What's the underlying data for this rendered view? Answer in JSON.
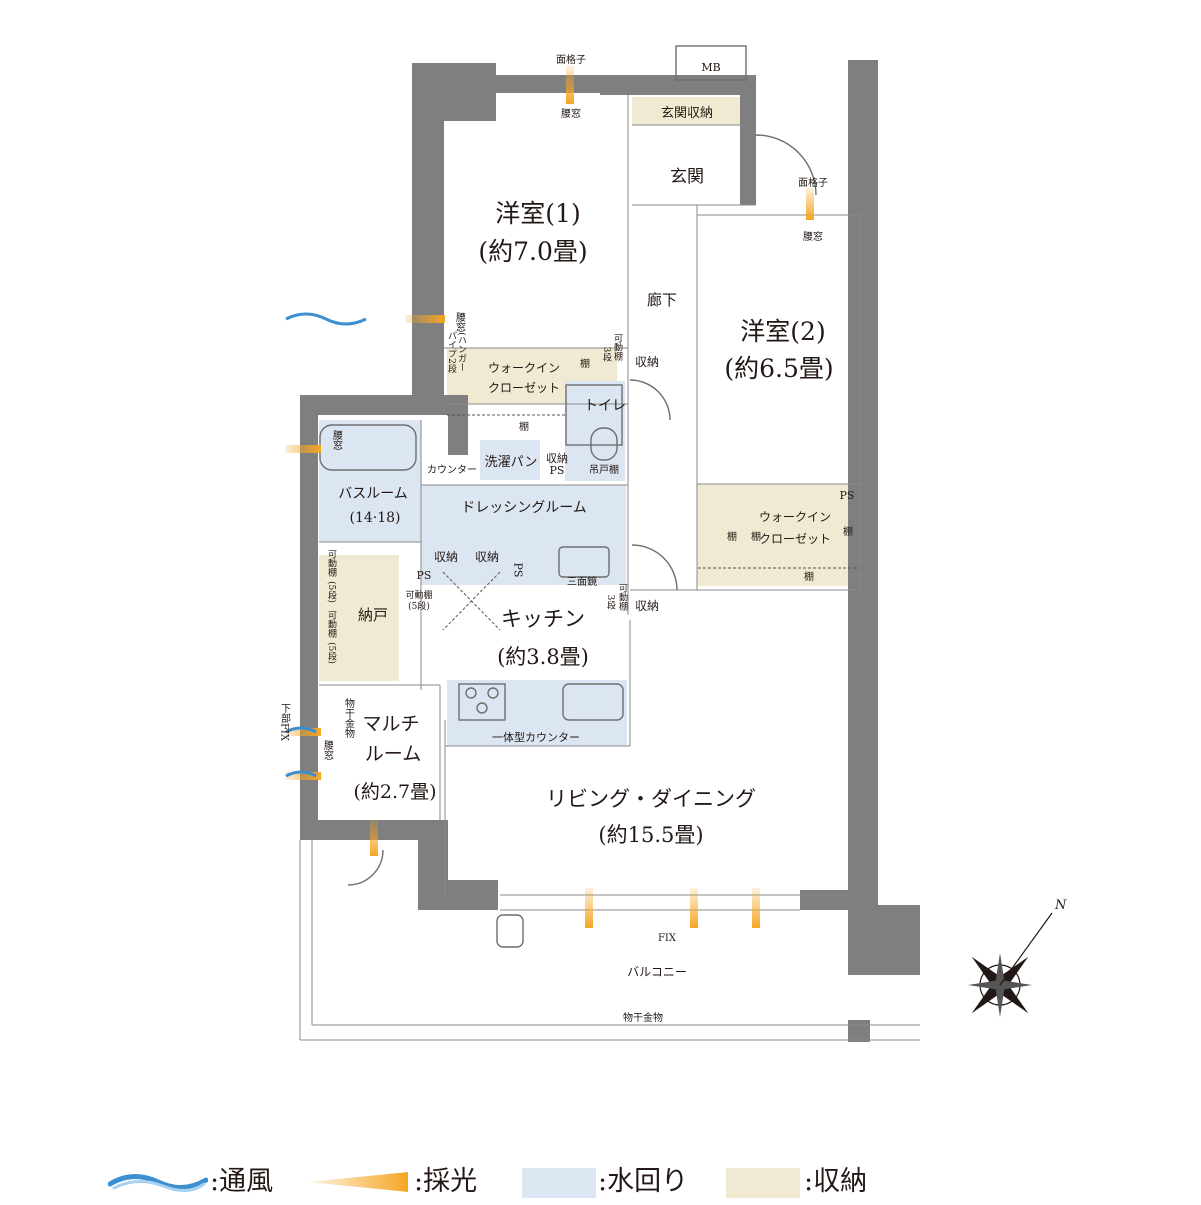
{
  "rooms": {
    "western1_name": "洋室(1)",
    "western1_size": "(約7.0畳)",
    "western2_name": "洋室(2)",
    "western2_size": "(約6.5畳)",
    "entrance": "玄関",
    "entrance_storage": "玄関収納",
    "corridor": "廊下",
    "wic1_line1": "ウォークイン",
    "wic1_line2": "クローゼット",
    "wic2_line1": "ウォークイン",
    "wic2_line2": "クローゼット",
    "toilet": "トイレ",
    "washer_pan": "洗濯パン",
    "dressing_room": "ドレッシングルーム",
    "bathroom_name": "バスルーム",
    "bathroom_size": "(14·18)",
    "kitchen_name": "キッチン",
    "kitchen_size": "(約3.8畳)",
    "storeroom": "納戸",
    "multi_line1": "マルチ",
    "multi_line2": "ルーム",
    "multi_size": "(約2.7畳)",
    "living_line1": "リビング・ダイニング",
    "living_line2": "(約15.5畳)",
    "balcony": "バルコニー"
  },
  "labels": {
    "mb": "MB",
    "grille_top": "面格子",
    "waist_window_top": "腰窓",
    "grille_right": "面格子",
    "waist_window_right": "腰窓",
    "waist_window_left": "腰窓",
    "waist_window_bath": "腰窓",
    "waist_window_multi": "腰窓",
    "shelf": "棚",
    "shelf_b": "棚",
    "shelf_c": "棚",
    "shelf_d": "棚",
    "shelf_e": "棚",
    "shelf_f": "棚",
    "hanger_pipe": "パイプ2段",
    "hanger_pipe_b": "(ハンガー",
    "movable_shelf_3": "可動棚",
    "tiers_3": "3段",
    "movable_shelf_3b": "可動棚",
    "tiers_3b": "3段",
    "storage_a": "収納",
    "storage_b": "収納",
    "storage_c": "収納",
    "storage_d": "収納",
    "storage_e": "収納",
    "ps_a": "PS",
    "ps_b": "PS",
    "ps_c": "PS",
    "ps_d": "PS",
    "hanging_cupboard": "吊戸棚",
    "counter": "カウンター",
    "three_mirror": "三面鏡",
    "movable_shelf_5a": "可動棚",
    "tiers_5a": "(5段)",
    "movable_shelf_5b": "可動棚",
    "tiers_5b": "(5段)",
    "movable_shelf_5c": "可動棚",
    "tiers_5c": "(5段)",
    "integrated_counter": "一体型カウンター",
    "drying_hardware": "物干金物",
    "drying_hardware_b": "物干金物",
    "lower_fix": "下部FIX",
    "fix": "FIX"
  },
  "legend": {
    "ventilation": ":通風",
    "daylight": ":採光",
    "water_area": ":水回り",
    "storage": ":収納"
  },
  "colors": {
    "wall": "#7f7f7f",
    "water_area": "#dce6f2",
    "storage": "#f0ead2",
    "ventilation": "#3d8fd0",
    "daylight": "#f5a623"
  },
  "icons": {
    "compass": "north-compass-icon",
    "ventilation": "wind-wave-icon",
    "daylight": "light-beam-icon"
  }
}
